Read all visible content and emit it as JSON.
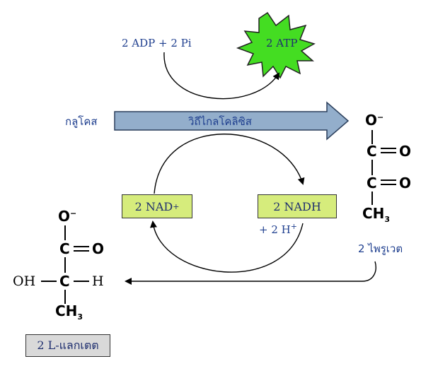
{
  "reaction": {
    "adp_pi": "2 ADP + 2 Pi",
    "atp": "2 ATP",
    "glucose": "กลูโคส",
    "glycolysis": "วิถีไกลโคลิซิส",
    "nad": "2 NAD",
    "nad_sup": "+",
    "nadh": "2 NADH",
    "h_plus": "+ 2 H",
    "h_sup": "+",
    "pyruvate": "2 ไพรูเวต",
    "lactate": "2 L-แลกเตต"
  },
  "pyruvate_structure": {
    "o_minus": "O",
    "minus": "−",
    "c1": "C",
    "o1": "O",
    "c2": "C",
    "o2": "O",
    "ch3": "CH",
    "sub3": "3",
    "dbl": "═"
  },
  "lactate_structure": {
    "o_minus": "O",
    "minus": "−",
    "c1": "C",
    "o1": "O",
    "oh": "OH",
    "c2": "C",
    "h": "H",
    "ch3": "CH",
    "sub3": "3"
  },
  "colors": {
    "arrow_fill": "#93aecb",
    "arrow_stroke": "#2b3f5c",
    "starburst": "#44dd22",
    "box_green": "#d6ec7c",
    "box_gray": "#d9d9d9",
    "text_blue": "#1f3f8f"
  }
}
